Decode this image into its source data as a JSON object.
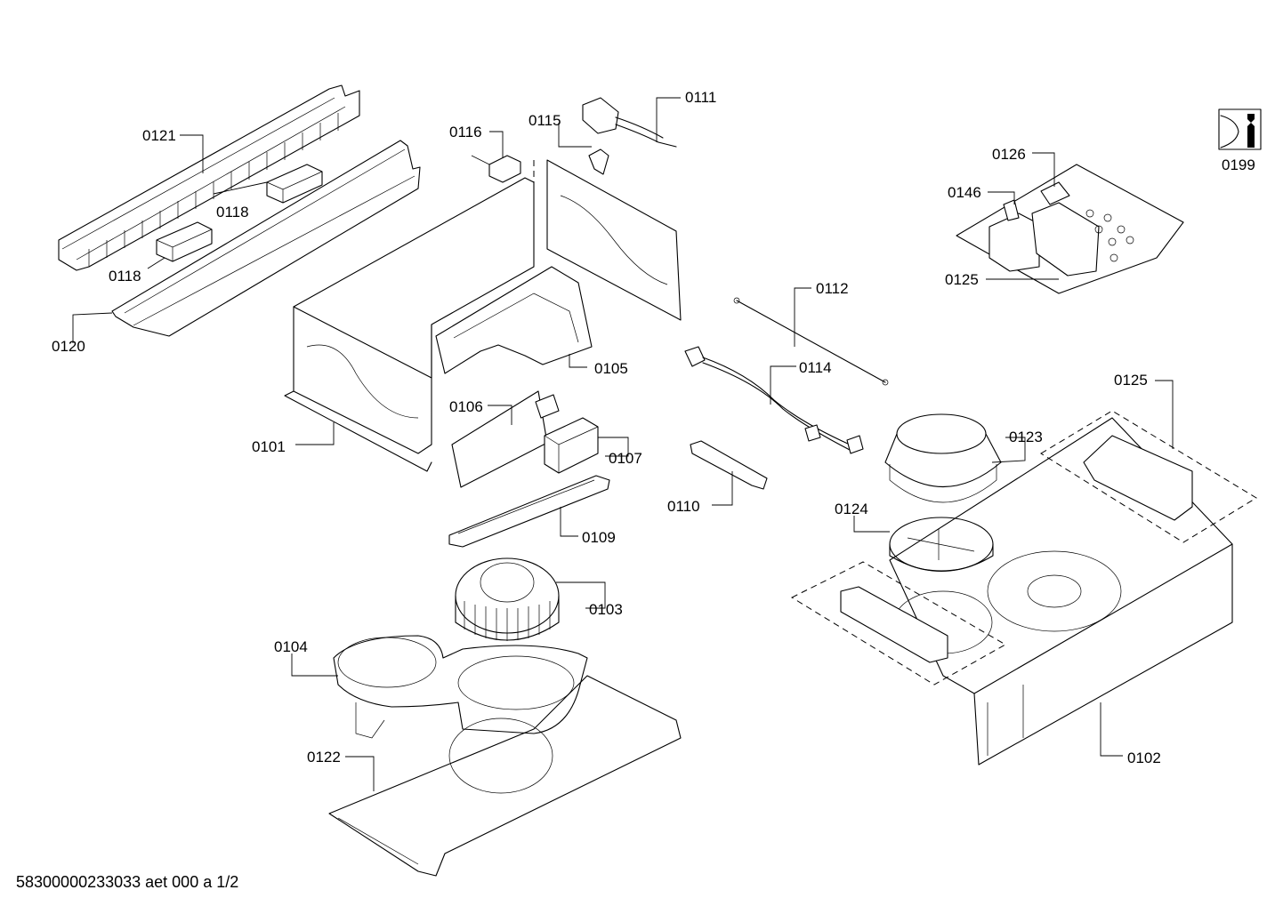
{
  "callouts": [
    {
      "id": "0121",
      "label": "0121"
    },
    {
      "id": "0118a",
      "label": "0118"
    },
    {
      "id": "0118b",
      "label": "0118"
    },
    {
      "id": "0120",
      "label": "0120"
    },
    {
      "id": "0116",
      "label": "0116"
    },
    {
      "id": "0115",
      "label": "0115"
    },
    {
      "id": "0111",
      "label": "0111"
    },
    {
      "id": "0101",
      "label": "0101"
    },
    {
      "id": "0105",
      "label": "0105"
    },
    {
      "id": "0106",
      "label": "0106"
    },
    {
      "id": "0107",
      "label": "0107"
    },
    {
      "id": "0109",
      "label": "0109"
    },
    {
      "id": "0103",
      "label": "0103"
    },
    {
      "id": "0104",
      "label": "0104"
    },
    {
      "id": "0122",
      "label": "0122"
    },
    {
      "id": "0112",
      "label": "0112"
    },
    {
      "id": "0114",
      "label": "0114"
    },
    {
      "id": "0110",
      "label": "0110"
    },
    {
      "id": "0123",
      "label": "0123"
    },
    {
      "id": "0124",
      "label": "0124"
    },
    {
      "id": "0125a",
      "label": "0125"
    },
    {
      "id": "0125b",
      "label": "0125"
    },
    {
      "id": "0126",
      "label": "0126"
    },
    {
      "id": "0146",
      "label": "0146"
    },
    {
      "id": "0199",
      "label": "0199"
    },
    {
      "id": "0102",
      "label": "0102"
    }
  ],
  "footer": {
    "doc_code": "58300000233033 aet 000 a 1/2"
  },
  "icons": {
    "service": "wrench-service-icon"
  }
}
